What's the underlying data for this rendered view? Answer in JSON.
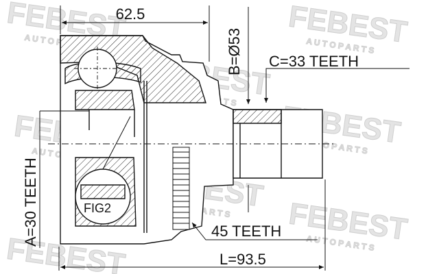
{
  "watermark": {
    "brand": "FEBEST",
    "tagline": "A U T O   P A R T S"
  },
  "dimensions": {
    "length_top": "62.5",
    "diameter_b": "B=Ø53",
    "teeth_c": "C=33 TEETH",
    "teeth_a": "A=30 TEETH",
    "teeth_abs": "45 TEETH",
    "length_total": "L=93.5"
  },
  "labels": {
    "fig": "FIG2"
  }
}
